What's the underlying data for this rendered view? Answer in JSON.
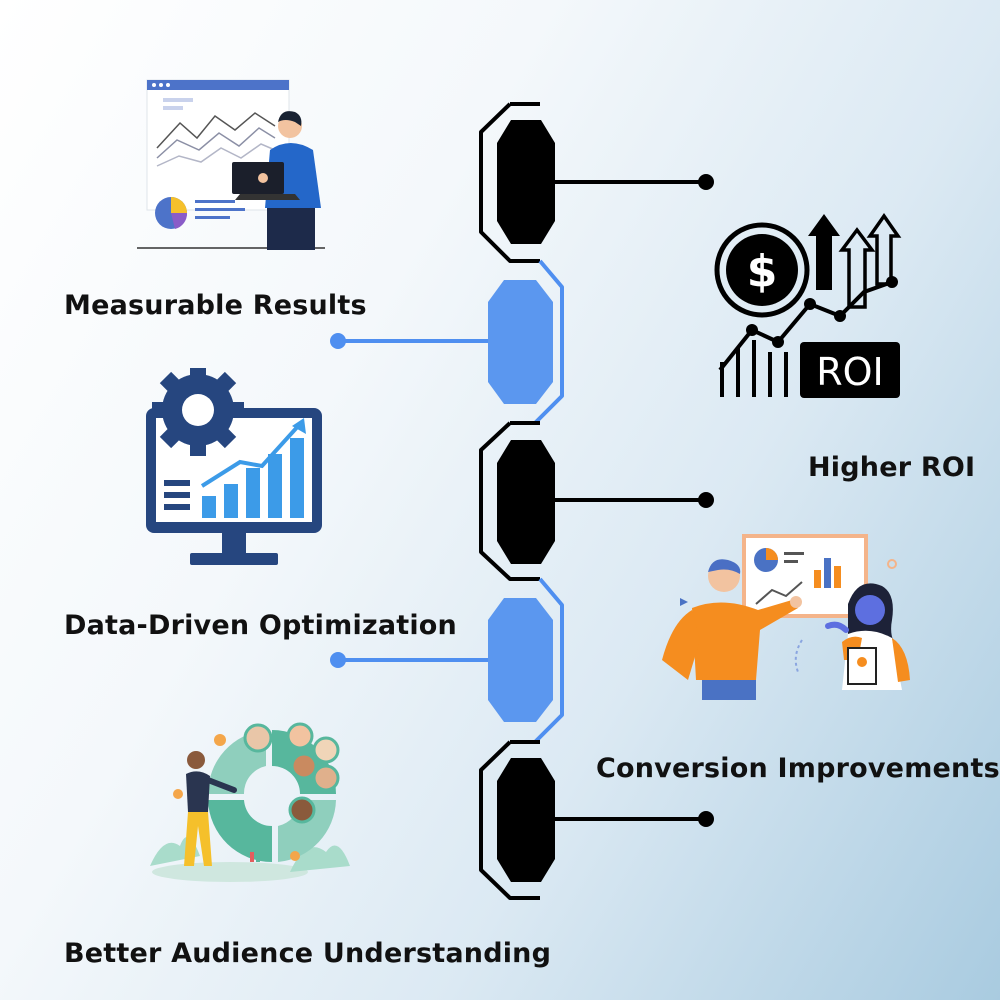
{
  "benefits": [
    {
      "label": "Measurable Results"
    },
    {
      "label": "Higher ROI"
    },
    {
      "label": "Data-Driven Optimization"
    },
    {
      "label": "Conversion Improvements"
    },
    {
      "label": "Better Audience Understanding"
    }
  ],
  "roi_badge": "ROI",
  "currency_symbol": "$",
  "colors": {
    "node_dark": "#000000",
    "node_blue": "#5b97ef",
    "connector_blue": "#4f8ff0",
    "monitor_navy": "#26467f",
    "bar_blue": "#3c9be8",
    "orange": "#f58d1f",
    "teal": "#57b79d"
  },
  "icons": [
    "analyst-laptop-icon",
    "roi-money-icon",
    "gear-monitor-chart-icon",
    "presentation-people-icon",
    "audience-segments-icon"
  ]
}
